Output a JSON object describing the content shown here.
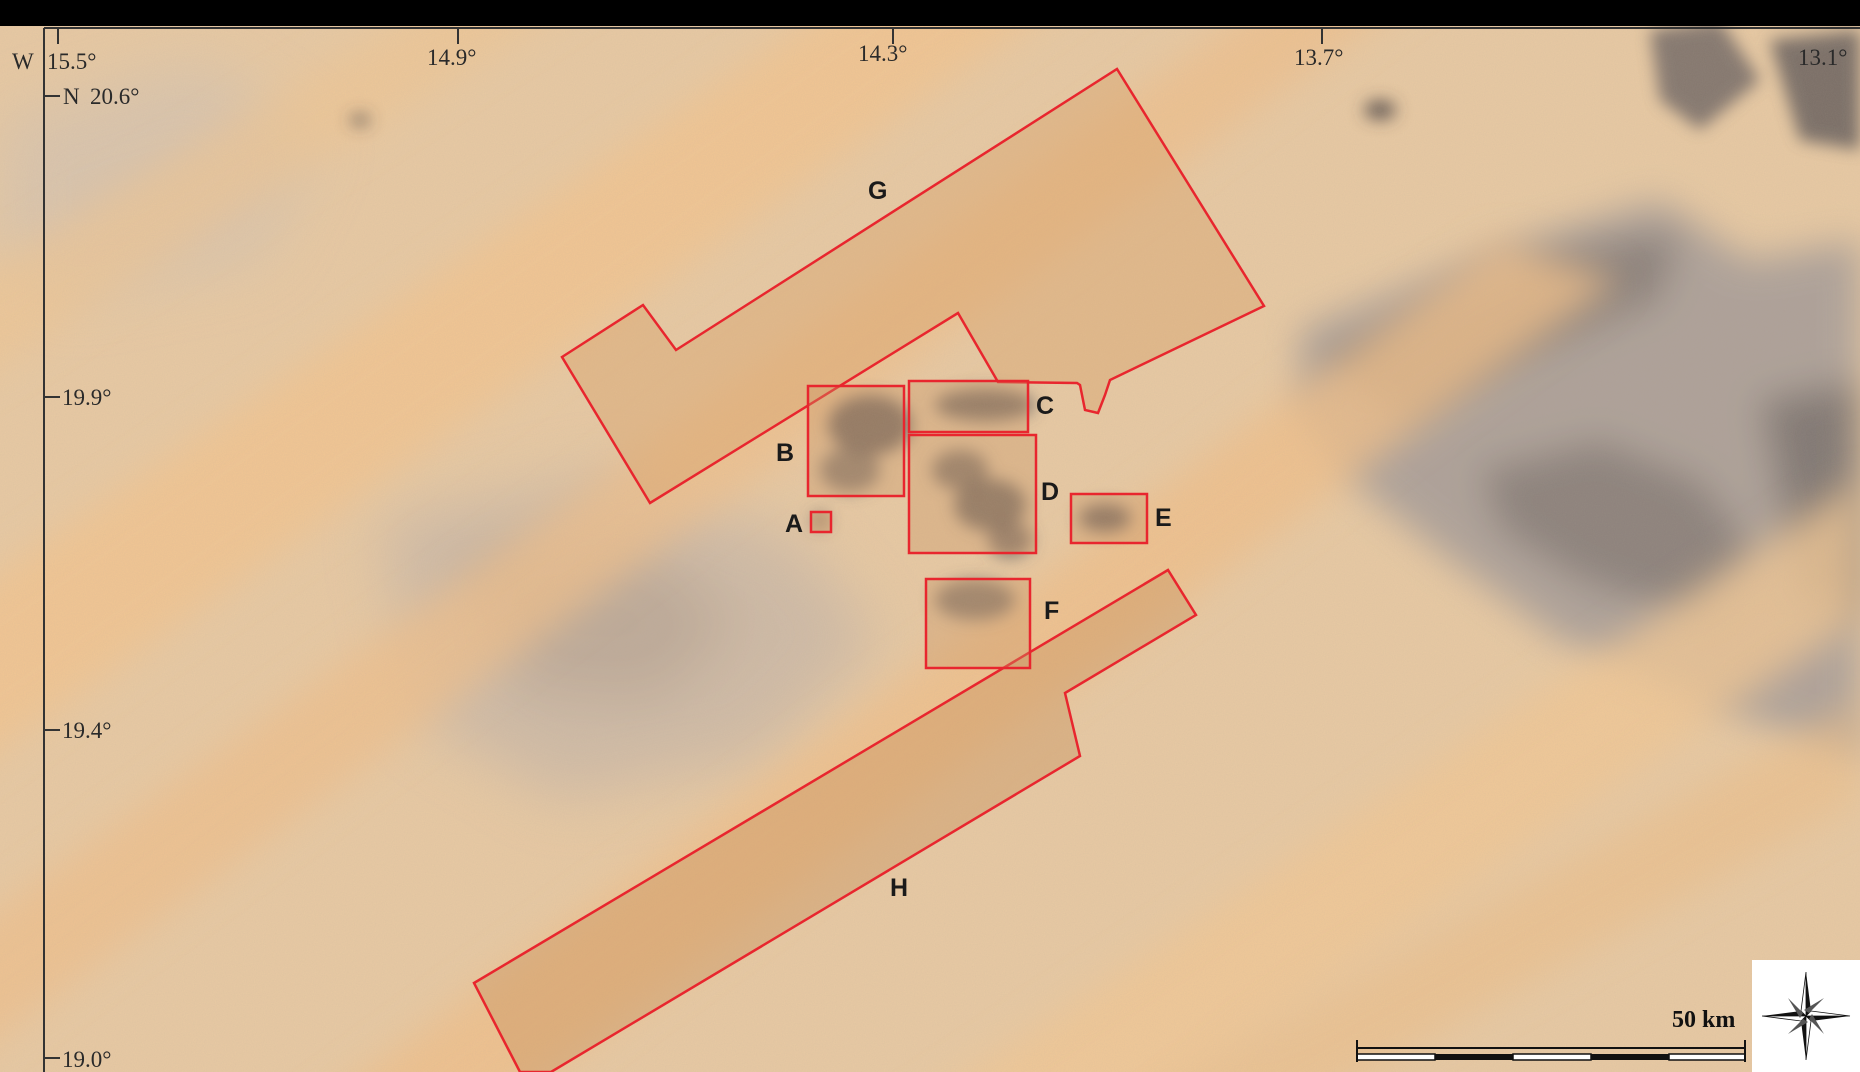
{
  "map": {
    "frame_top_color": "#000000",
    "border_color": "#e8262e",
    "desert_base": "#e9c9a2",
    "sand_streak": "#f2c491",
    "rock_color": "#6e6866"
  },
  "coordinates": {
    "lon_prefix": "W",
    "lon_ticks": [
      "15.5°",
      "14.9°",
      "14.3°",
      "13.7°",
      "13.1°"
    ],
    "lat_prefix": "N",
    "lat_ticks": [
      "20.6°",
      "19.9°",
      "19.4°",
      "19.0°"
    ]
  },
  "regions": [
    {
      "id": "A",
      "label": "A"
    },
    {
      "id": "B",
      "label": "B"
    },
    {
      "id": "C",
      "label": "C"
    },
    {
      "id": "D",
      "label": "D"
    },
    {
      "id": "E",
      "label": "E"
    },
    {
      "id": "F",
      "label": "F"
    },
    {
      "id": "G",
      "label": "G"
    },
    {
      "id": "H",
      "label": "H"
    }
  ],
  "scale_bar": {
    "label": "50 km"
  },
  "north_arrow": {
    "icon": "compass-rose-icon"
  }
}
